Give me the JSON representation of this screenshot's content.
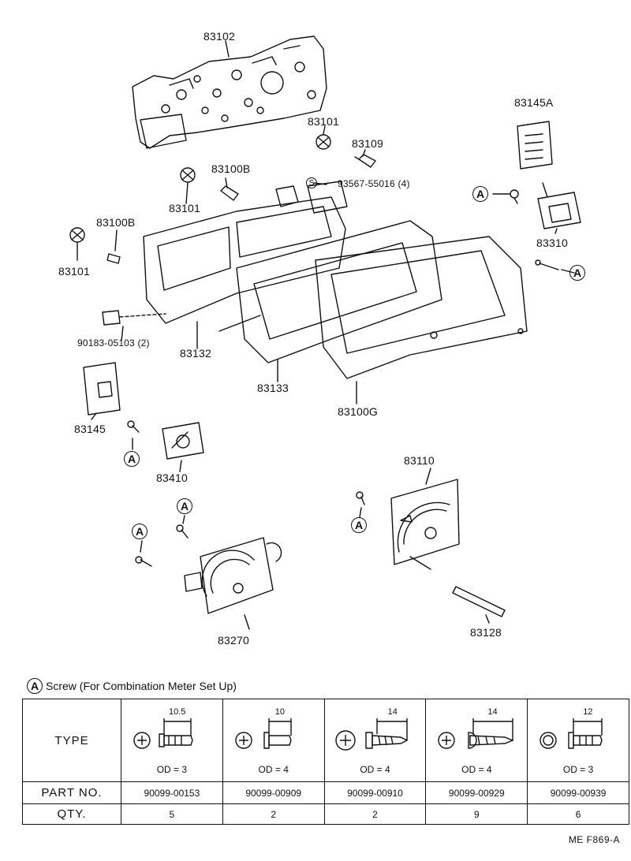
{
  "diagram": {
    "labels": {
      "p83102": "83102",
      "p83101_top": "83101",
      "p83109": "83109",
      "p83145A": "83145A",
      "p83100B_mid": "83100B",
      "p93567": "93567-55016 (4)",
      "p83101_mid": "83101",
      "p83100B_left": "83100B",
      "p83101_left": "83101",
      "p83310": "83310",
      "p90183": "90183-05103 (2)",
      "p83132": "83132",
      "p83133": "83133",
      "p83100G": "83100G",
      "p83145": "83145",
      "p83410": "83410",
      "p83110": "83110",
      "p83270": "83270",
      "p83128": "83128"
    },
    "callout_letter": "A",
    "s_mark": "S"
  },
  "screw_table": {
    "title": "Screw (For Combination Meter Set Up)",
    "header_type": "TYPE",
    "header_part": "PART NO.",
    "header_qty": "QTY.",
    "columns": [
      {
        "length": "10.5",
        "od": "OD = 3",
        "part_no": "90099-00153",
        "qty": "5"
      },
      {
        "length": "10",
        "od": "OD = 4",
        "part_no": "90099-00909",
        "qty": "2"
      },
      {
        "length": "14",
        "od": "OD = 4",
        "part_no": "90099-00910",
        "qty": "2"
      },
      {
        "length": "14",
        "od": "OD = 4",
        "part_no": "90099-00929",
        "qty": "9"
      },
      {
        "length": "12",
        "od": "OD = 3",
        "part_no": "90099-00939",
        "qty": "6"
      }
    ]
  },
  "footer": {
    "code": "ME  F869-A"
  }
}
